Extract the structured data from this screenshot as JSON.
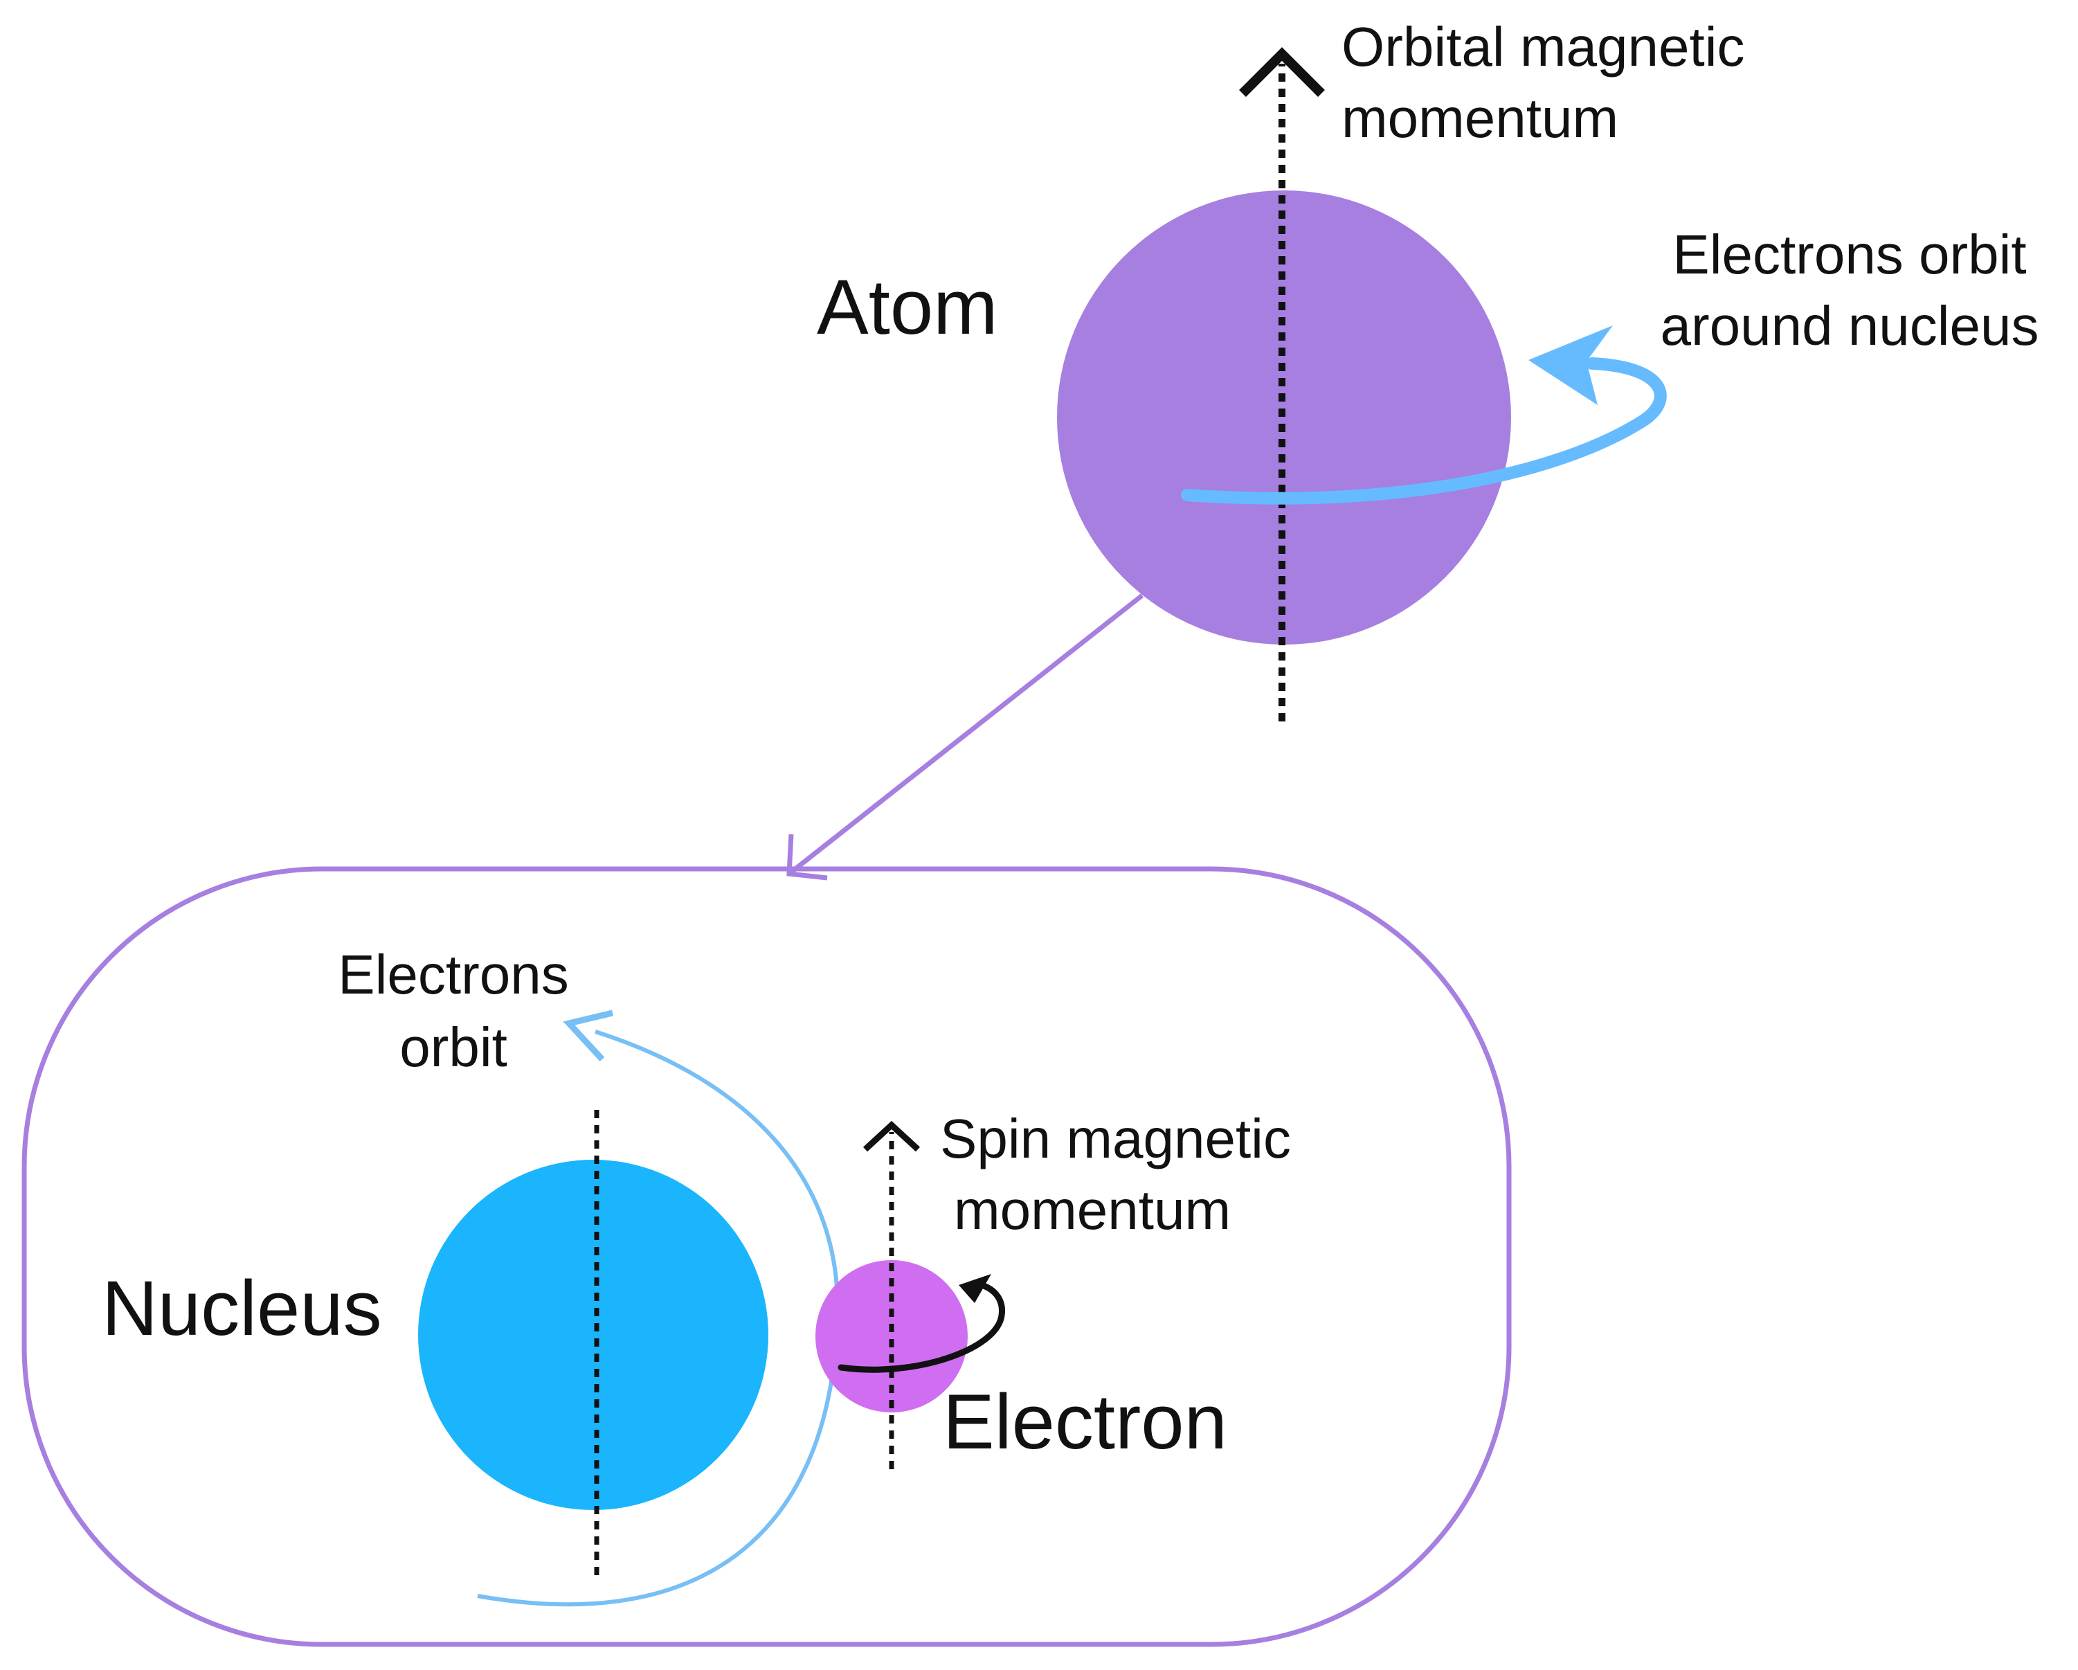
{
  "atom": {
    "label": "Atom",
    "color": "#a67fe0",
    "orbit_color": "#66bbff"
  },
  "labels": {
    "orbital_moment_line1": "Orbital magnetic",
    "orbital_moment_line2": "momentum",
    "electrons_orbit_nucleus_line1": "Electrons orbit",
    "electrons_orbit_nucleus_line2": "around nucleus",
    "electrons_orbit_line1": "Electrons",
    "electrons_orbit_line2": "orbit",
    "spin_moment_line1": "Spin magnetic",
    "spin_moment_line2": "momentum",
    "nucleus": "Nucleus",
    "electron": "Electron"
  },
  "colors": {
    "nucleus": "#1ab5fc",
    "electron": "#cf6ef0",
    "frame": "#a67fe0",
    "orbit_path": "#77bff5",
    "axis": "#111111"
  }
}
